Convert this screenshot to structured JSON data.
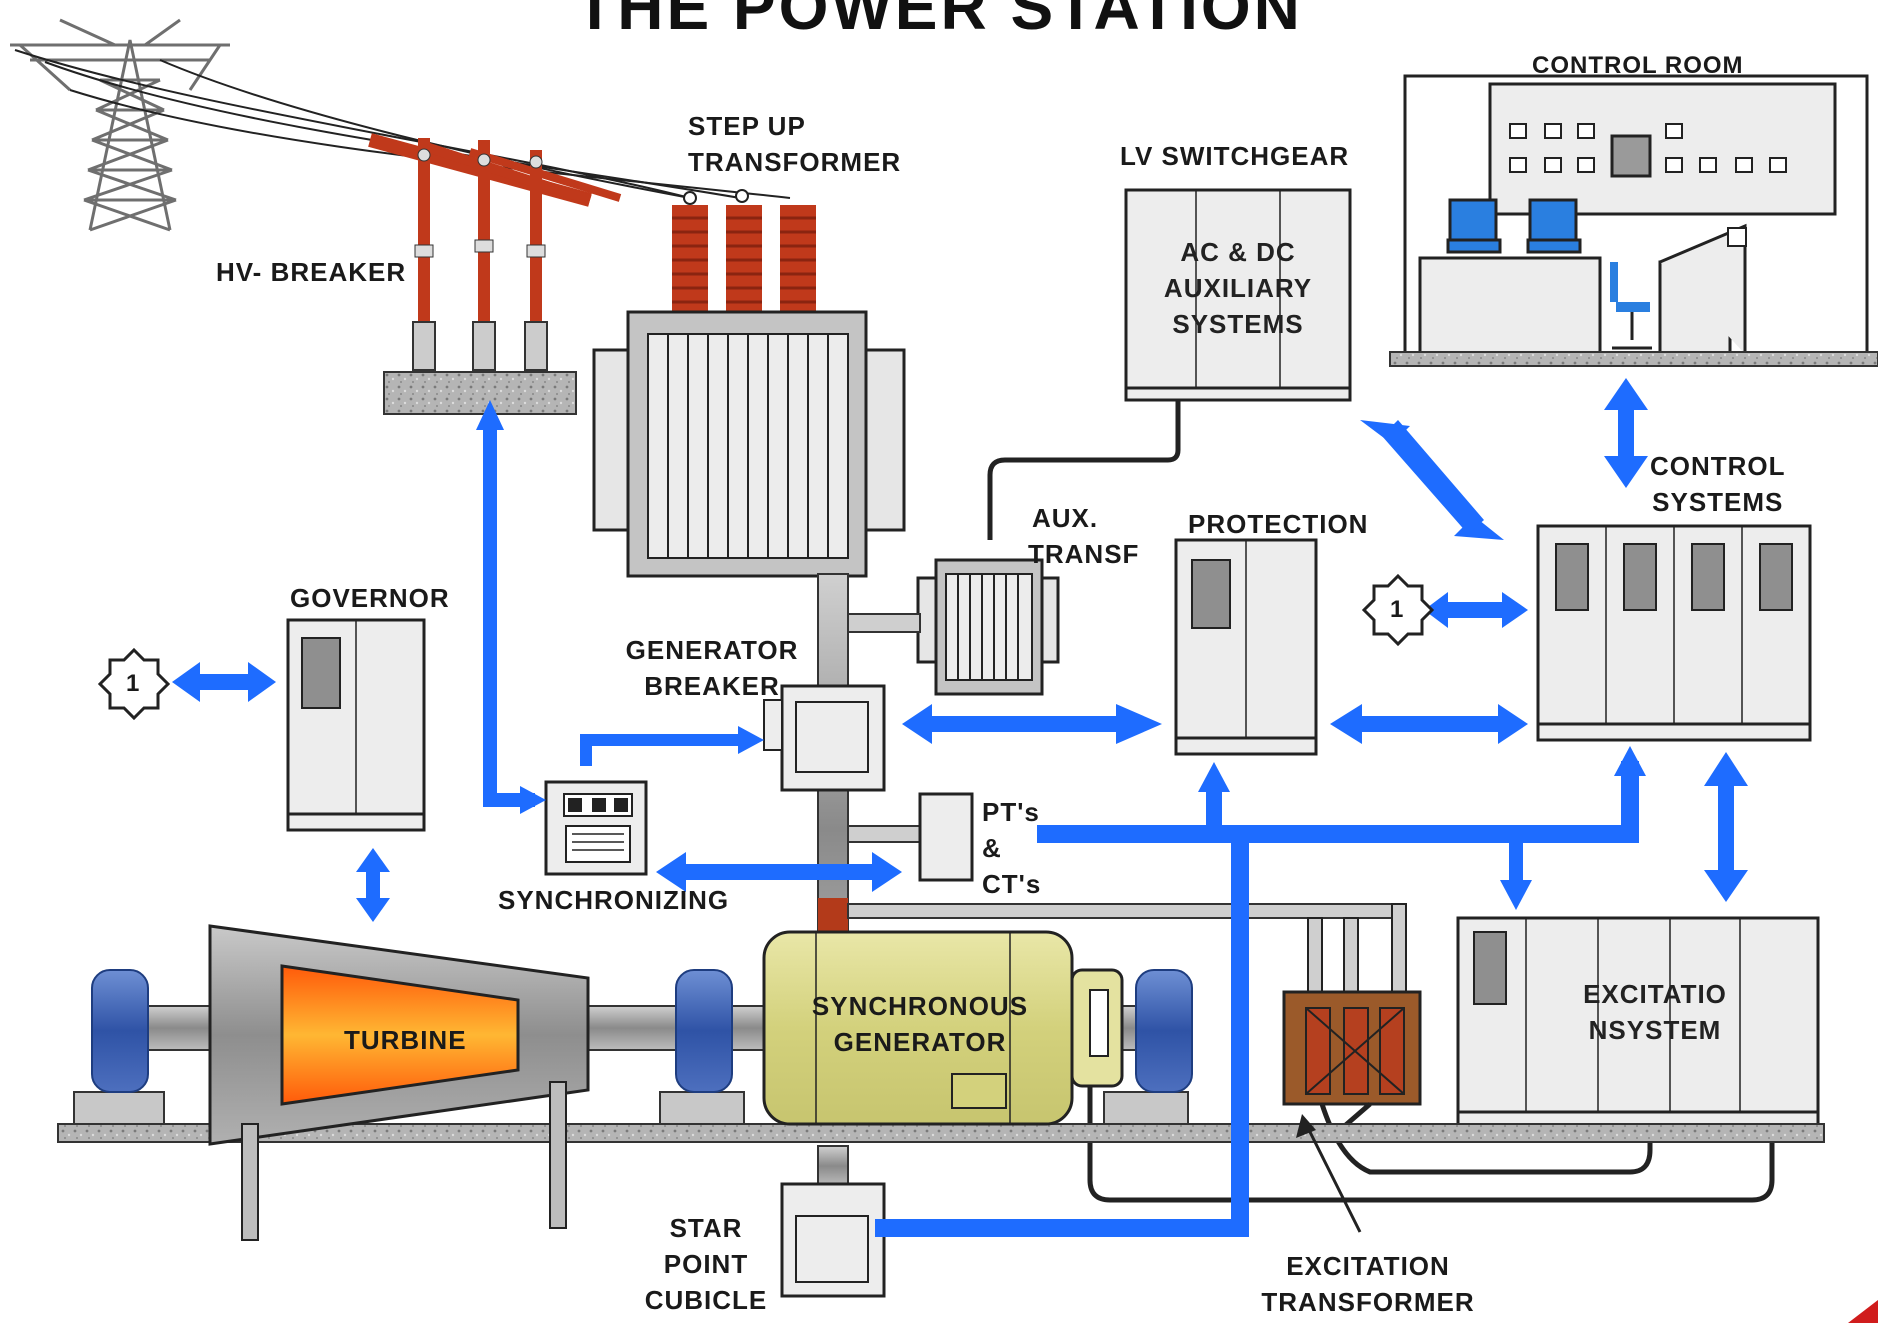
{
  "title": "THE POWER STATION",
  "colors": {
    "signal_arrow": "#1e6cff",
    "cabinet_fill": "#ededed",
    "cabinet_stroke": "#1a1a1a",
    "insulator": "#c0391b",
    "turbine_body": "#9a9a9a",
    "turbine_core": "#ff8c1a",
    "generator_body": "#d9d78a",
    "coupling": "#3a5fb0",
    "excitation_transformer": "#9b5a2a",
    "ground": "#9a9a9a"
  },
  "labels": {
    "step_up_transformer": [
      "STEP UP",
      "TRANSFORMER"
    ],
    "hv_breaker": "HV- BREAKER",
    "lv_switchgear": "LV SWITCHGEAR",
    "ac_dc_auxiliary": [
      "AC & DC",
      "AUXILIARY",
      "SYSTEMS"
    ],
    "control_room": "CONTROL ROOM",
    "control_systems": [
      "CONTROL",
      "SYSTEMS"
    ],
    "aux_transf": [
      "AUX.",
      "TRANSF"
    ],
    "protection": "PROTECTION",
    "governor": "GOVERNOR",
    "generator_breaker": [
      "GENERATOR",
      "BREAKER"
    ],
    "pts_cts": [
      "PT's",
      "&",
      "CT's"
    ],
    "synchronizing": "SYNCHRONIZING",
    "turbine": "TURBINE",
    "synchronous_generator": [
      "SYNCHRONOUS",
      "GENERATOR"
    ],
    "excitation_system": [
      "EXCITATIO",
      "NSYSTEM"
    ],
    "star_point_cubicle": [
      "STAR",
      "POINT",
      "CUBICLE"
    ],
    "excitation_transformer": [
      "EXCITATION",
      "TRANSFORMER"
    ],
    "connector_left": "1",
    "connector_right": "1"
  }
}
